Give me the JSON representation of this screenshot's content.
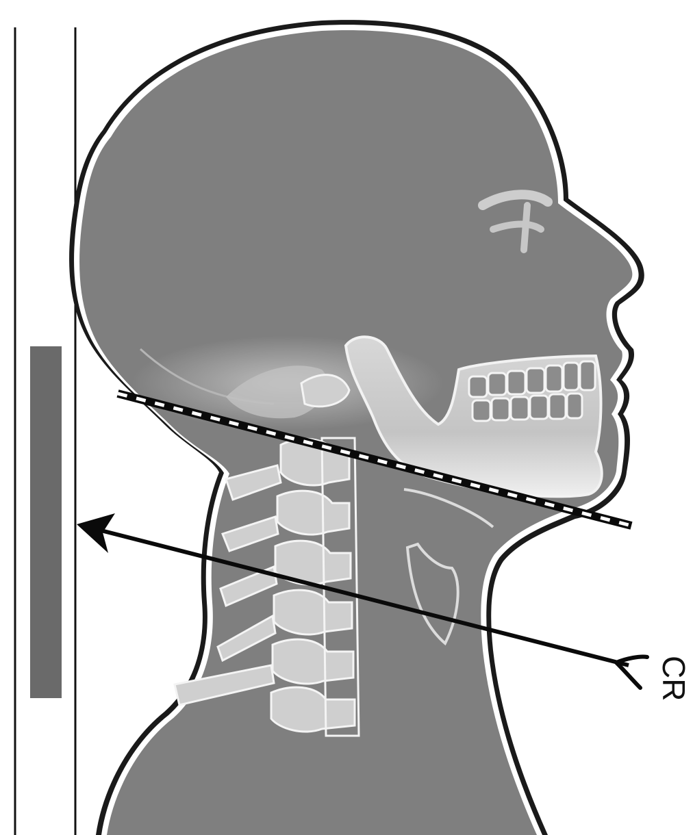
{
  "diagram": {
    "labels": {
      "central_ray": "CR"
    },
    "colors": {
      "background": "#ffffff",
      "body_fill": "#7f7f7f",
      "outline": "#ffffff",
      "contour": "#1a1a1a",
      "bone": "#e4e4e4",
      "detector": "#6a6a6a",
      "line": "#0a0a0a"
    },
    "parts": [
      {
        "name": "image-receptor-bar",
        "icon": "detector-icon"
      },
      {
        "name": "head-silhouette",
        "icon": "head-profile-icon"
      },
      {
        "name": "cervical-spine",
        "icon": "vertebra-icon"
      },
      {
        "name": "mandible",
        "icon": "jaw-bone-icon"
      },
      {
        "name": "positioning-line",
        "icon": "dashed-line-icon"
      },
      {
        "name": "central-ray",
        "icon": "arrow-left-icon"
      }
    ]
  }
}
